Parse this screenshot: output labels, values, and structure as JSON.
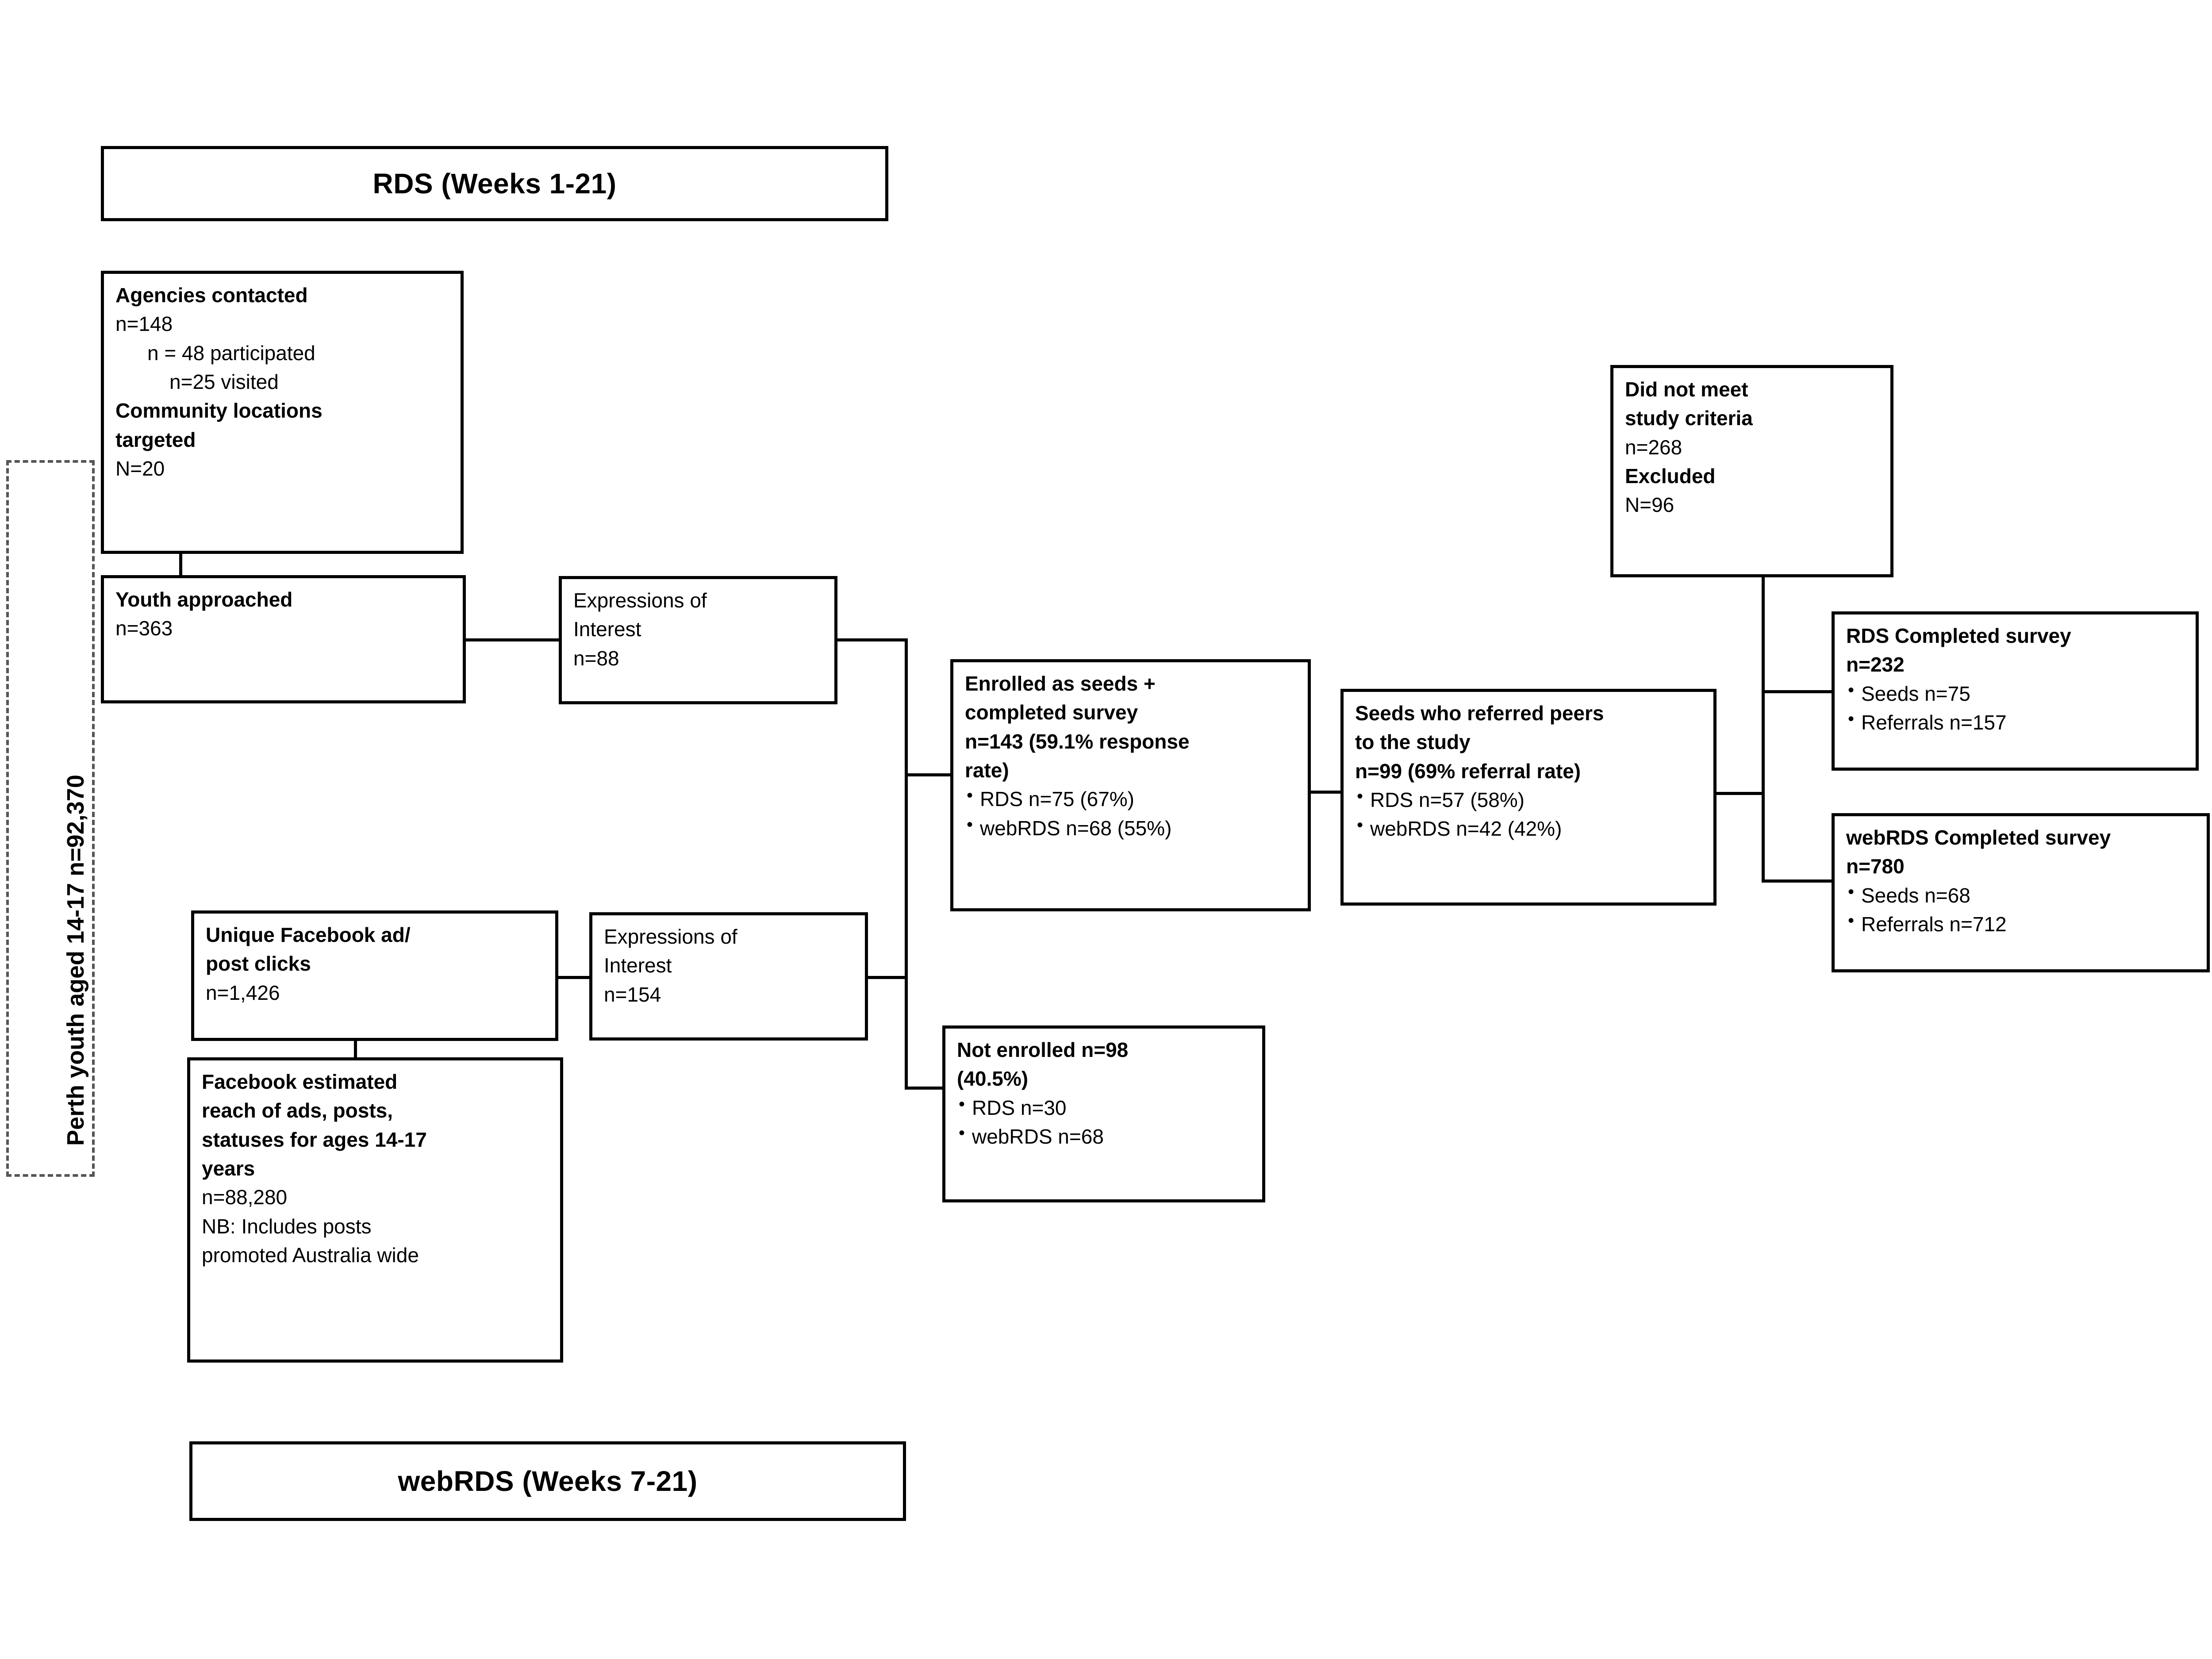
{
  "diagram": {
    "title_banner_top": "RDS (Weeks 1-21)",
    "title_banner_bottom": "webRDS (Weeks 7-21)",
    "population_label": "Perth youth aged 14-17 n=92,370"
  },
  "nodes": {
    "agencies": {
      "l1": "Agencies contacted",
      "l2": "n=148",
      "l3": "n = 48 participated",
      "l4": "n=25 visited",
      "l5": "Community locations",
      "l6": "targeted",
      "l7": "N=20"
    },
    "youth_approached": {
      "l1": "Youth approached",
      "l2": "n=363"
    },
    "eoi_rds": {
      "l1": "Expressions of",
      "l2": "Interest",
      "l3": "n=88"
    },
    "facebook_clicks": {
      "l1": "Unique Facebook ad/",
      "l2": "post clicks",
      "l3": "n=1,426"
    },
    "facebook_reach": {
      "l1": "Facebook estimated",
      "l2": "reach of ads, posts,",
      "l3": "statuses for ages 14-17",
      "l4": "years",
      "l5": "n=88,280",
      "l6": "NB: Includes posts",
      "l7": "promoted Australia wide"
    },
    "eoi_web": {
      "l1": "Expressions of",
      "l2": "Interest",
      "l3": "n=154"
    },
    "enrolled": {
      "l1": "Enrolled as seeds +",
      "l2": "completed survey",
      "l3": "n=143 (59.1% response",
      "l4": "rate)",
      "l5": "RDS n=75 (67%)",
      "l6": "webRDS n=68 (55%)"
    },
    "not_enrolled": {
      "l1": "Not enrolled n=98",
      "l2": "(40.5%)",
      "l3": "RDS n=30",
      "l4": "webRDS n=68"
    },
    "seeds_referred": {
      "l1": "Seeds who referred peers",
      "l2": "to the study",
      "l3": "n=99 (69% referral rate)",
      "l4": "RDS n=57 (58%)",
      "l5": "webRDS n=42 (42%)"
    },
    "did_not_meet": {
      "l1": "Did not meet",
      "l2": "study criteria",
      "l3": "n=268",
      "l4": "Excluded",
      "l5": "N=96"
    },
    "rds_completed": {
      "l1": "RDS Completed survey",
      "l2": "n=232",
      "l3": "Seeds n=75",
      "l4": "Referrals n=157"
    },
    "web_completed": {
      "l1": "webRDS Completed survey",
      "l2": "n=780",
      "l3": "Seeds n=68",
      "l4": "Referrals n=712"
    }
  },
  "chart_data": {
    "type": "diagram",
    "title": "Participant recruitment flow: RDS and webRDS",
    "flow": [
      {
        "from": "agencies",
        "to": "youth_approached"
      },
      {
        "from": "youth_approached",
        "to": "eoi_rds"
      },
      {
        "from": "eoi_rds",
        "to": "enrolled"
      },
      {
        "from": "eoi_rds",
        "to": "not_enrolled"
      },
      {
        "from": "facebook_reach",
        "to": "facebook_clicks"
      },
      {
        "from": "facebook_clicks",
        "to": "eoi_web"
      },
      {
        "from": "eoi_web",
        "to": "enrolled"
      },
      {
        "from": "eoi_web",
        "to": "not_enrolled"
      },
      {
        "from": "enrolled",
        "to": "seeds_referred"
      },
      {
        "from": "seeds_referred",
        "to": "rds_completed"
      },
      {
        "from": "seeds_referred",
        "to": "web_completed"
      },
      {
        "from": "did_not_meet",
        "to": "rds_completed"
      },
      {
        "from": "did_not_meet",
        "to": "web_completed"
      }
    ],
    "counts": {
      "population_perth_youth": 92370,
      "agencies_contacted": 148,
      "agencies_participated": 48,
      "agencies_visited": 25,
      "community_locations_targeted": 20,
      "youth_approached": 363,
      "eoi_rds": 88,
      "facebook_unique_clicks": 1426,
      "facebook_estimated_reach": 88280,
      "eoi_web": 154,
      "enrolled_total": 143,
      "enrolled_response_rate_pct": 59.1,
      "enrolled_rds": 75,
      "enrolled_rds_pct": 67,
      "enrolled_web": 68,
      "enrolled_web_pct": 55,
      "not_enrolled_total": 98,
      "not_enrolled_pct": 40.5,
      "not_enrolled_rds": 30,
      "not_enrolled_web": 68,
      "seeds_referred_total": 99,
      "seeds_referral_rate_pct": 69,
      "seeds_referred_rds": 57,
      "seeds_referred_rds_pct": 58,
      "seeds_referred_web": 42,
      "seeds_referred_web_pct": 42,
      "did_not_meet_criteria": 268,
      "excluded": 96,
      "rds_completed_total": 232,
      "rds_completed_seeds": 75,
      "rds_completed_referrals": 157,
      "web_completed_total": 780,
      "web_completed_seeds": 68,
      "web_completed_referrals": 712
    }
  }
}
